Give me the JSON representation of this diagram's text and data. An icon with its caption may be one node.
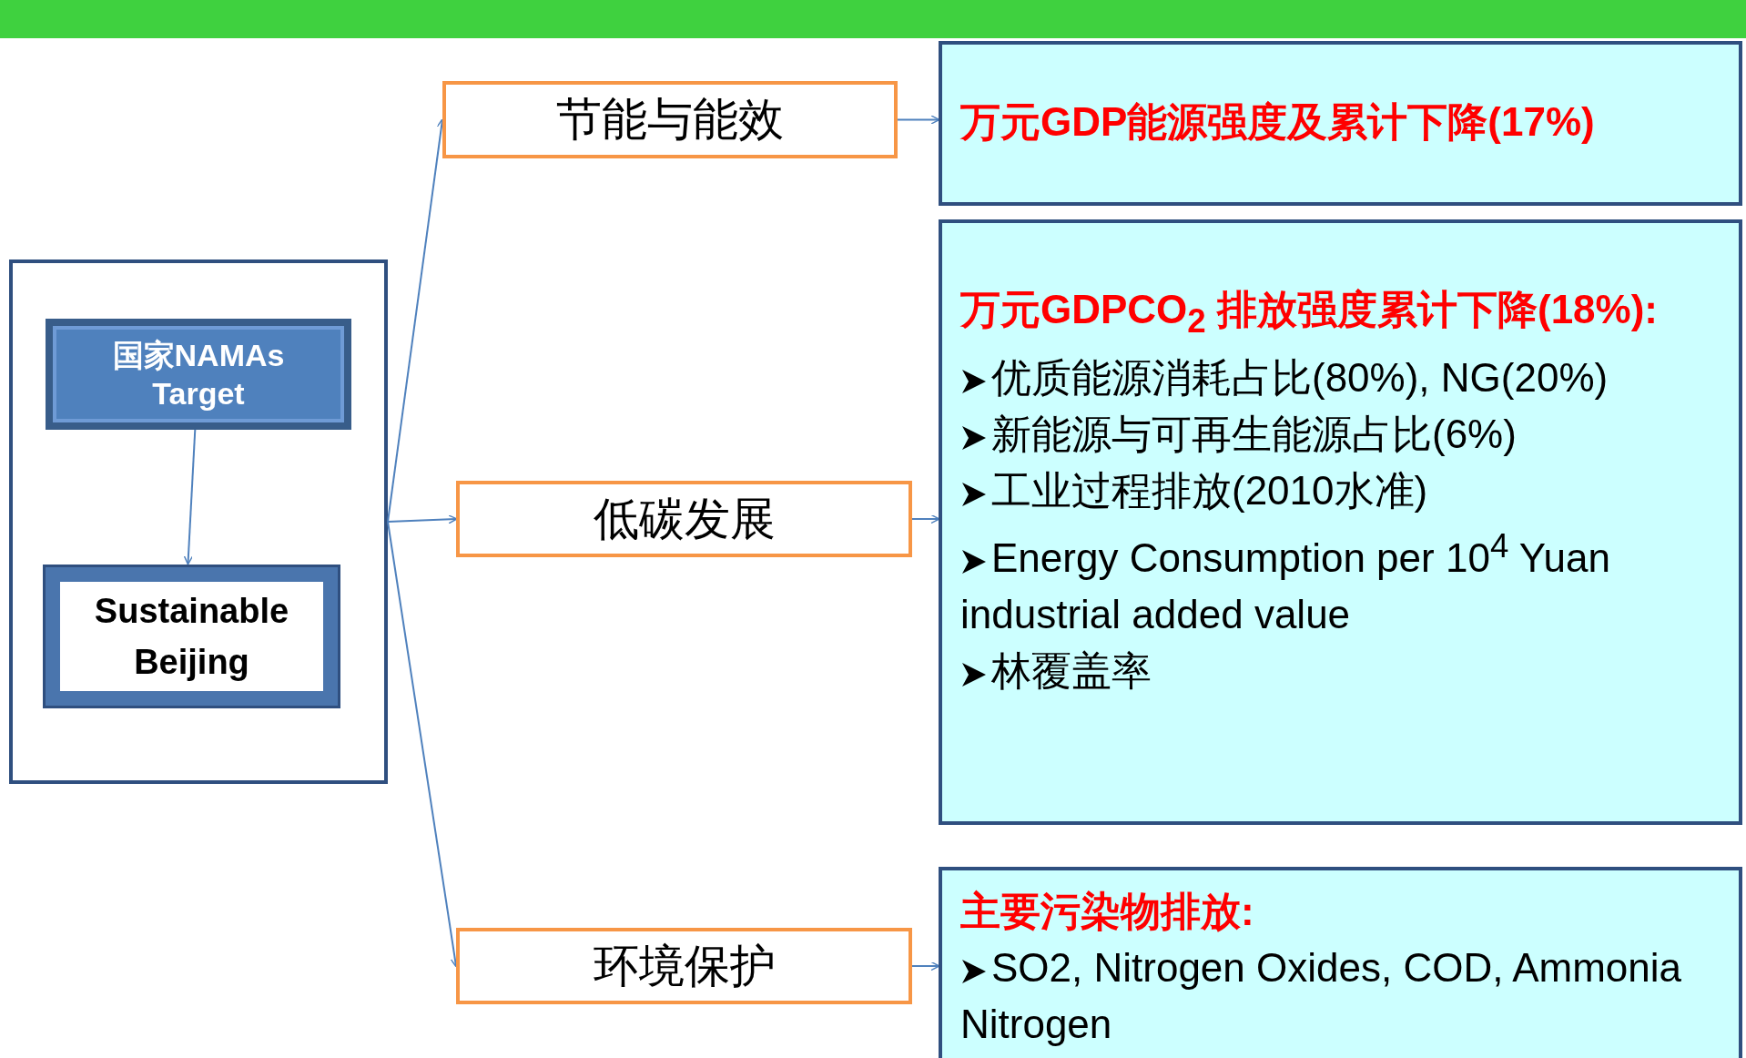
{
  "diagram": {
    "nodes": [
      {
        "text": [],
        "shape": "box"
      },
      {
        "text": [
          "国家NAMAs Target"
        ],
        "in": 0
      },
      {
        "text": [
          "Sustainable Beijing"
        ],
        "in": 0
      },
      {
        "text": [
          "节能与能效"
        ]
      },
      {
        "text": [
          "低碳发展"
        ]
      },
      {
        "text": [
          "环境保护"
        ]
      },
      {
        "text": [
          "万元GDP能源强度及累计下降(17%)"
        ]
      },
      {
        "text": [
          "万元GDPCO$_{2}$ 排放强度累计下降(18%):",
          "优质能源消耗占比(80%), NG(20%)",
          "新能源与可再生能源占比(6%)",
          "工业过程排放(2010水准)",
          "Energy Consumption per 10$^{4}$ Yuan industrial added value",
          "林覆盖率"
        ]
      },
      {
        "text": [
          "主要污染物排放:",
          "SO2, Nitrogen Oxides, COD, Ammonia Nitrogen"
        ]
      }
    ],
    "edges": [
      {
        "from": 1,
        "to": 2,
        "arrow": "to"
      },
      {
        "from": 0,
        "to": 3,
        "arrow": "to"
      },
      {
        "from": 0,
        "to": 4,
        "arrow": "to"
      },
      {
        "from": 0,
        "to": 5,
        "arrow": "to"
      },
      {
        "from": 3,
        "to": 6,
        "arrow": "to"
      },
      {
        "from": 4,
        "to": 7,
        "arrow": "to"
      },
      {
        "from": 5,
        "to": 8,
        "arrow": "to"
      }
    ]
  }
}
